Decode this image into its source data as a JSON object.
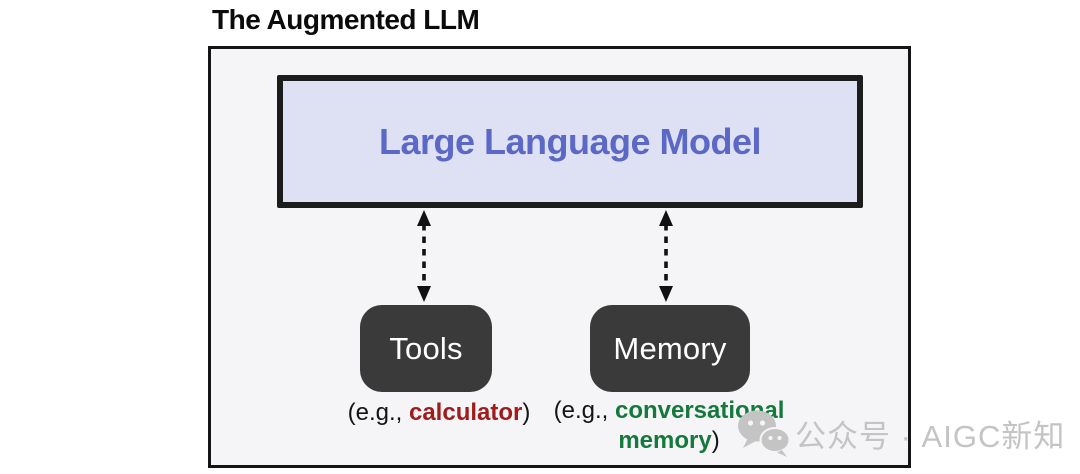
{
  "page": {
    "title": "The Augmented LLM"
  },
  "colors": {
    "title_text": "#0b0b0b",
    "panel_bg": "#f5f4f6",
    "panel_border": "#141414",
    "llm_bg": "#dee1f4",
    "llm_border": "#1c1c1c",
    "llm_text": "#5c68c6",
    "node_bg": "#3a3a3b",
    "node_text": "#ffffff",
    "arrow": "#111111",
    "calculator_highlight": "#9e1c1c",
    "memory_highlight": "#15793e",
    "watermark": "#c4c4c4"
  },
  "diagram": {
    "llm_label": "Large Language Model",
    "nodes": [
      {
        "label": "Tools",
        "caption": {
          "prefix": "(e.g., ",
          "highlight": "calculator",
          "suffix": ")"
        }
      },
      {
        "label": "Memory",
        "caption": {
          "prefix": "(e.g., ",
          "highlight": "conversational memory",
          "suffix": ")"
        }
      }
    ]
  },
  "watermark": {
    "icon": "wechat-icon",
    "text": "公众号 · AIGC新知"
  }
}
